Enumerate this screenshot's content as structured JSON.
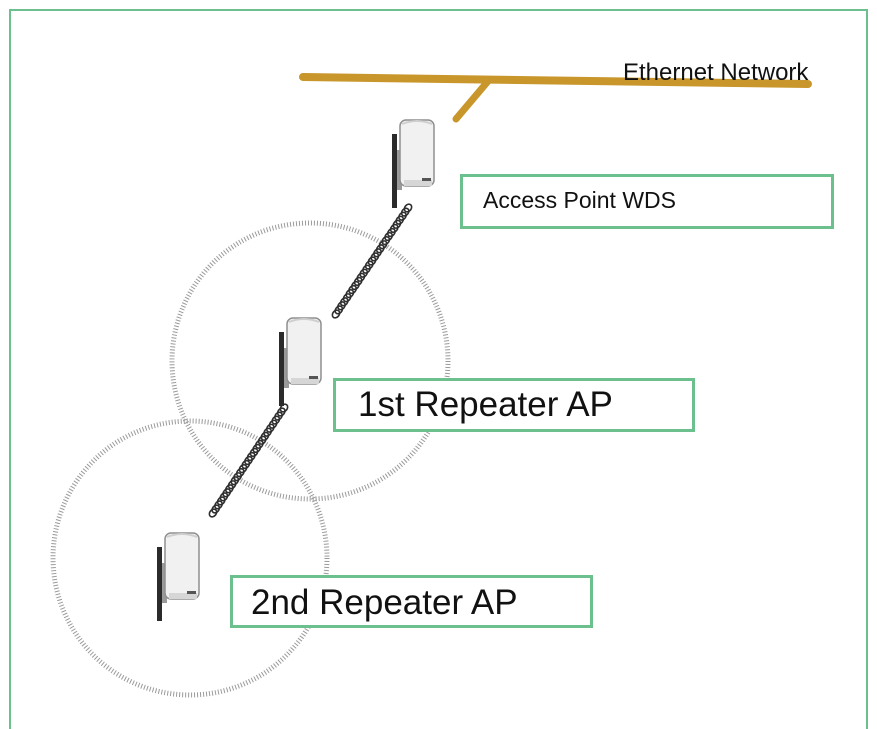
{
  "diagram": {
    "network": {
      "label": "Ethernet Network",
      "cable_color": "#c8962a"
    },
    "access_point": {
      "label": "Access Point WDS"
    },
    "repeater_1": {
      "label": "1st Repeater AP"
    },
    "repeater_2": {
      "label": "2nd Repeater AP"
    },
    "colors": {
      "frame": "#6cc08e",
      "box_border": "#6cc08e",
      "coverage": "#9a9a9a"
    }
  }
}
